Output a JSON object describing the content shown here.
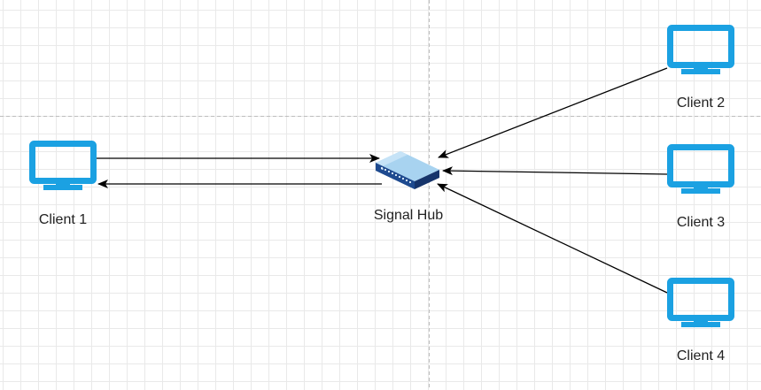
{
  "diagram": {
    "colors": {
      "monitor": "#1ba1e2",
      "arrow": "#000000",
      "hub_top": "#a8d3f0",
      "hub_side": "#1e4a8f",
      "hub_dark": "#16346b",
      "guide": "#bdbdbd"
    },
    "icons": {
      "client": "monitor-icon",
      "hub": "network-switch-icon"
    },
    "hub": {
      "label": "Signal Hub"
    },
    "clients": [
      {
        "id": "client-1",
        "label": "Client 1"
      },
      {
        "id": "client-2",
        "label": "Client 2"
      },
      {
        "id": "client-3",
        "label": "Client 3"
      },
      {
        "id": "client-4",
        "label": "Client 4"
      }
    ],
    "connections": [
      {
        "from": "client-1",
        "to": "hub"
      },
      {
        "from": "hub",
        "to": "client-1"
      },
      {
        "from": "client-2",
        "to": "hub"
      },
      {
        "from": "client-3",
        "to": "hub"
      },
      {
        "from": "client-4",
        "to": "hub"
      }
    ]
  }
}
